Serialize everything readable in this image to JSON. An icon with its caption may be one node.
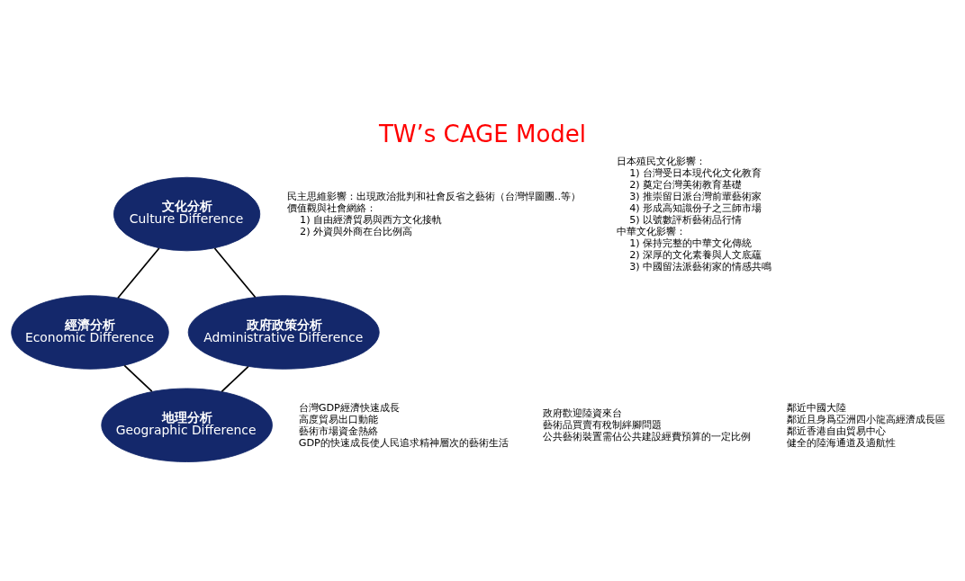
{
  "diagram": {
    "title": "TW’s CAGE Model",
    "nodes": [
      {
        "text": [
          "文化分析",
          "Culture Difference"
        ]
      },
      {
        "text": [
          "經濟分析",
          "Economic Difference"
        ]
      },
      {
        "text": [
          "政府政策分析",
          "Administrative Difference"
        ]
      },
      {
        "text": [
          "地理分析",
          "Geographic Difference"
        ]
      }
    ],
    "edges": [
      {
        "from": 0,
        "to": 1,
        "arrow": "none"
      },
      {
        "from": 0,
        "to": 2,
        "arrow": "none"
      },
      {
        "from": 1,
        "to": 3,
        "arrow": "none"
      },
      {
        "from": 2,
        "to": 3,
        "arrow": "none"
      }
    ],
    "labels": [
      "民主思維影響：出現政治批判和社會反省之藝術（台灣悍圖團‥等）",
      "價值觀與社會網絡：",
      "1) 自由經濟貿易與西方文化接軌",
      "2) 外資與外商在台比例高",
      "日本殖民文化影響：",
      "1) 台灣受日本現代化文化教育",
      "2) 奠定台灣美術教育基礎",
      "3) 推崇留日派台灣前輩藝術家",
      "4) 形成高知識份子之三師市場",
      "5) 以號數評析藝術品行情",
      "中華文化影響：",
      "1) 保持完整的中華文化傳統",
      "2) 深厚的文化素養與人文底蘊",
      "3) 中國留法派藝術家的情感共鳴",
      "台灣GDP經濟快速成長",
      "高度貿易出口動能",
      "藝術市場資金熱絡",
      "GDP的快速成長使人民追求精神層次的藝術生活",
      "政府歡迎陸資來台",
      "藝術品買賣有稅制絆腳問題",
      "公共藝術裝置需佔公共建設經費預算的一定比例",
      "鄰近中國大陸",
      "鄰近且身爲亞洲四小龍高經濟成長區",
      "鄰近香港自由貿易中心",
      "健全的陸海通道及適航性"
    ]
  }
}
